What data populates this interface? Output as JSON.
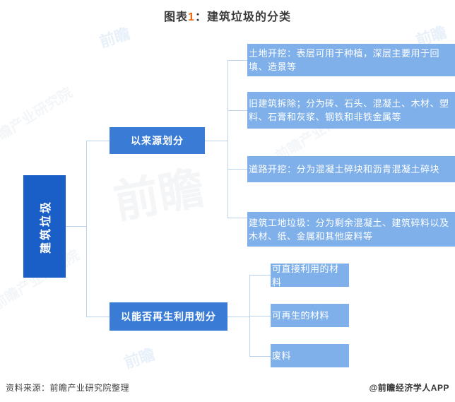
{
  "title": {
    "prefix": "图表",
    "number": "1",
    "suffix": "：建筑垃圾的分类"
  },
  "diagram": {
    "root": "建筑垃圾",
    "branches": [
      {
        "label": "以来源划分",
        "children": [
          "土地开挖：表层可用于种植，深层主要用于回填、造景等",
          "旧建筑拆除；分为砖、石头、混凝土、木材、塑料、石膏和灰浆、钢铁和非铁金属等",
          "道路开挖：分为混凝土碎块和沥青混凝土碎块",
          "建筑工地垃圾：分为剩余混凝土、建筑碎料以及木材、纸、金属和其他废料等"
        ]
      },
      {
        "label": "以能否再生利用划分",
        "children": [
          "可直接利用的材料",
          "可再生的材料",
          "废料"
        ]
      }
    ]
  },
  "watermark": {
    "brand": "前瞻",
    "diagonal_text": "前瞻产业研究院"
  },
  "footer": {
    "source": "资料来源：前瞻产业研究院整理",
    "credit": "@前瞻经济学人APP"
  },
  "colors": {
    "root_fill": "#1a5fc8",
    "branch_fill": "#3a7bd5",
    "leaf_fill": "#7fb0ea",
    "connector": "#bcd2ea",
    "title_number": "#e8630c",
    "text_on_blue": "#ffffff"
  }
}
